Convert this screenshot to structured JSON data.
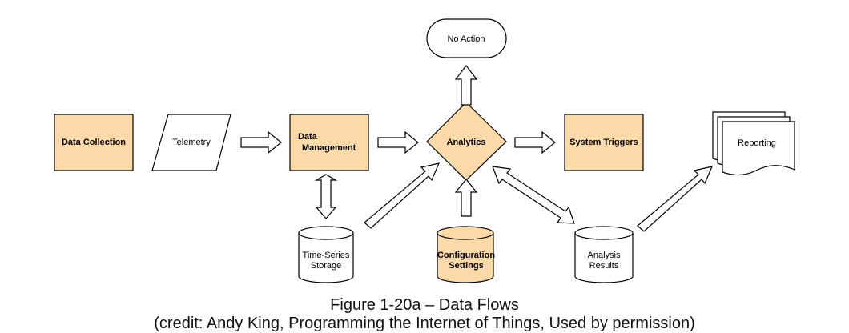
{
  "diagram": {
    "nodes": {
      "no_action": "No Action",
      "data_collection": "Data Collection",
      "telemetry": "Telemetry",
      "data_management": [
        "Data",
        "Management"
      ],
      "analytics": "Analytics",
      "system_triggers": "System Triggers",
      "reporting": "Reporting",
      "time_series_storage": [
        "Time-Series",
        "Storage"
      ],
      "configuration_settings": [
        "Configuration",
        "Settings"
      ],
      "analysis_results": [
        "Analysis",
        "Results"
      ]
    },
    "colors": {
      "highlight_fill": "#fcd9a8",
      "stroke": "#000000",
      "background": "#ffffff"
    }
  },
  "caption": {
    "title": "Figure 1-20a – Data Flows",
    "credit": "(credit: Andy King, Programming the Internet of Things, Used by permission)"
  }
}
